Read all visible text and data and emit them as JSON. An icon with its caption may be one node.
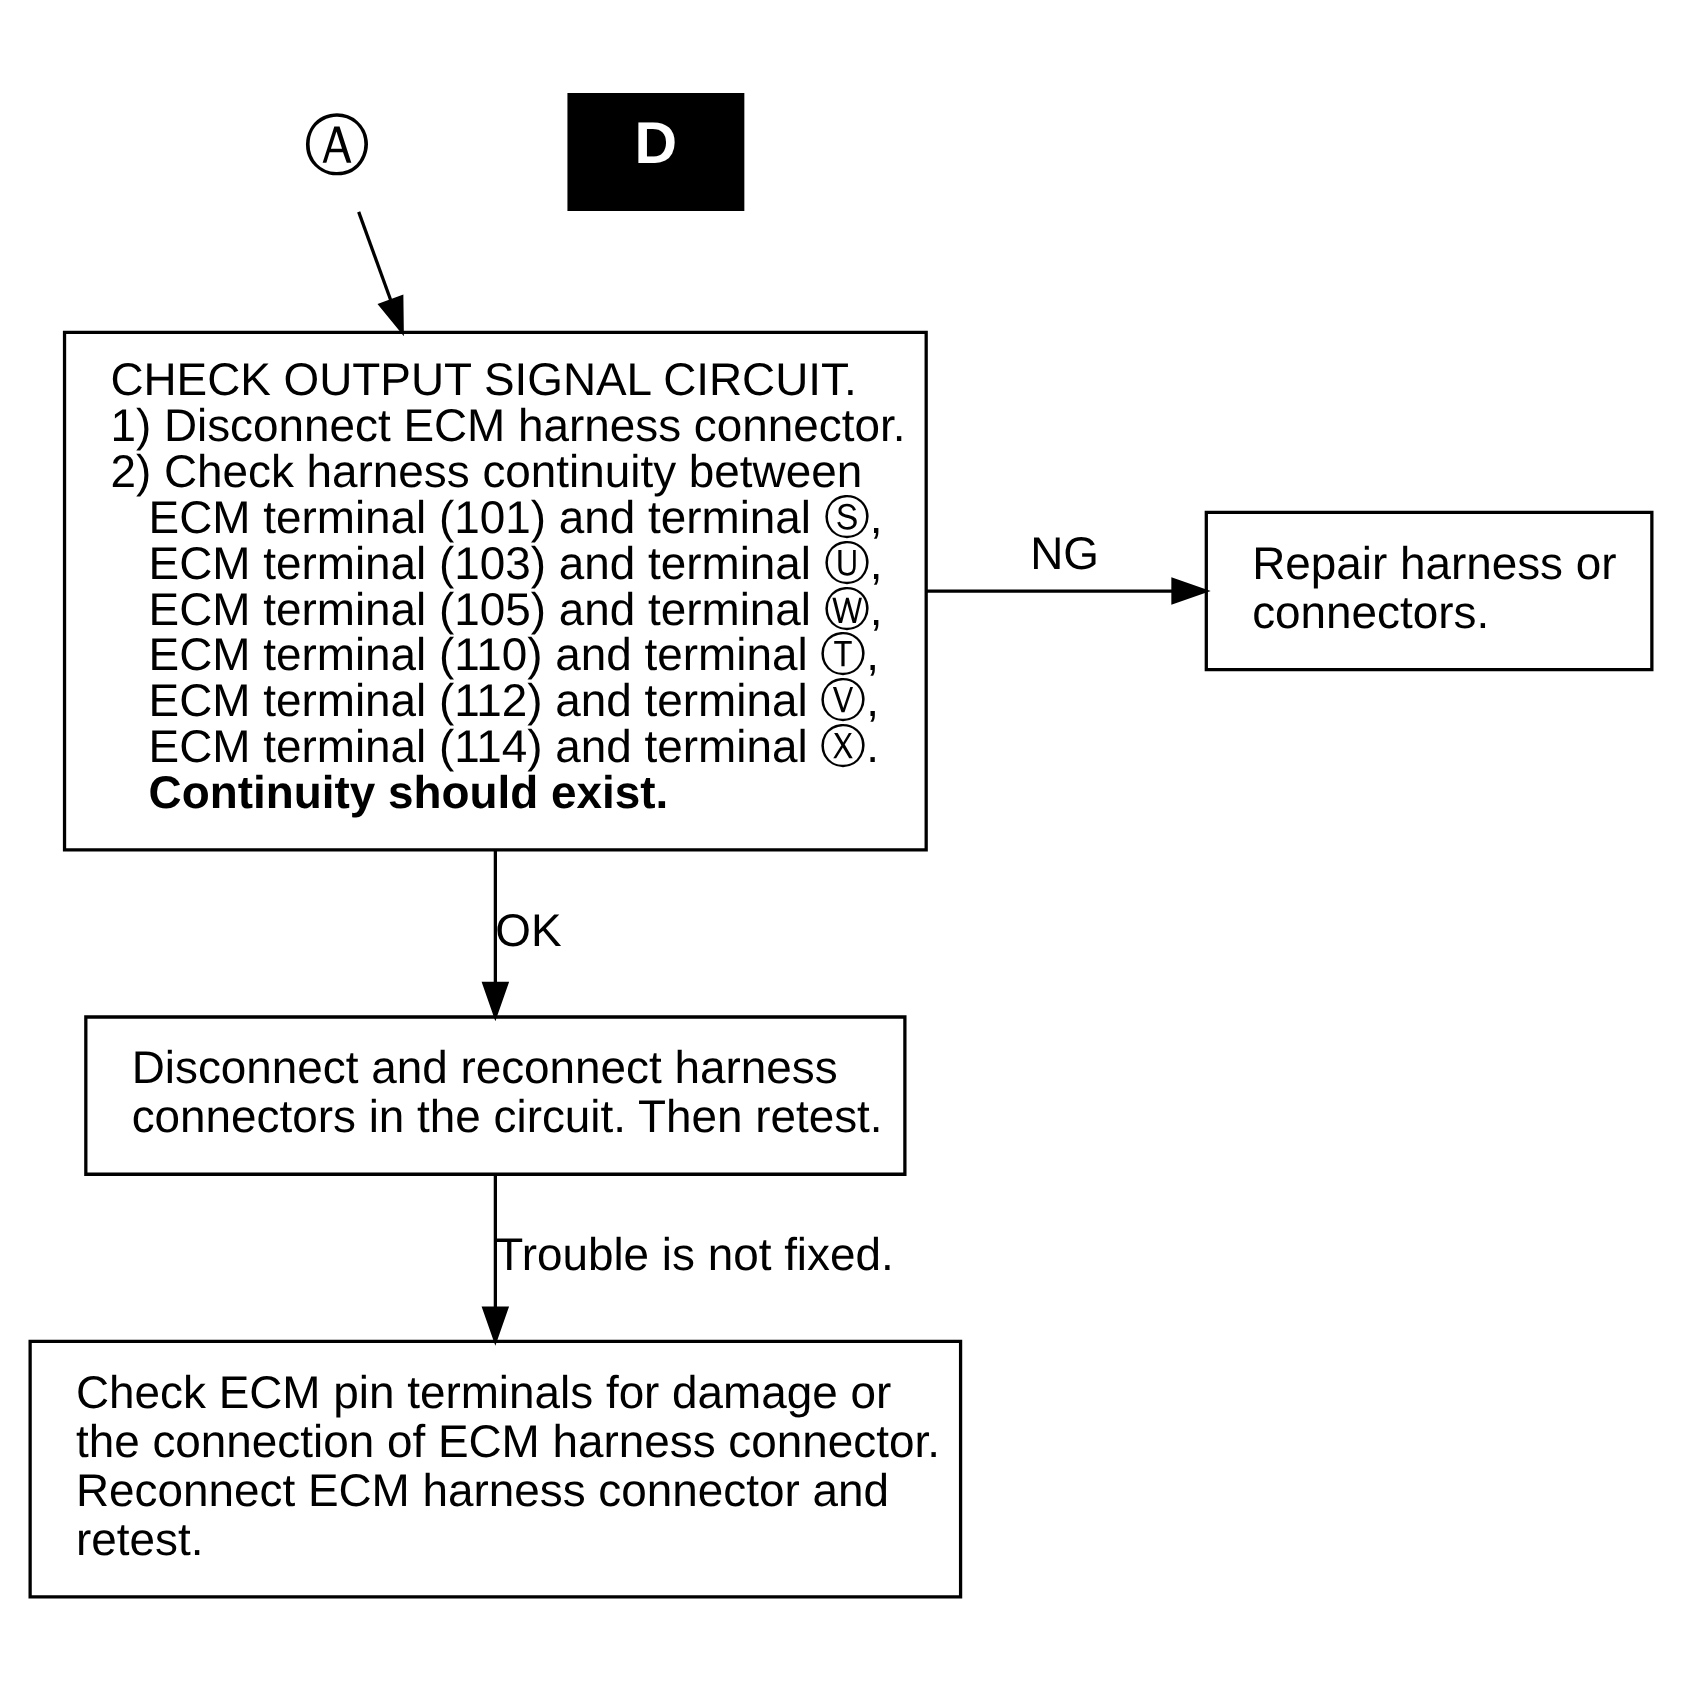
{
  "diagram": {
    "nodes": [
      {
        "text": [
          "Ⓐ"
        ]
      },
      {
        "text": [
          "CHECK OUTPUT SIGNAL CIRCUIT.",
          "1) Disconnect ECM harness connector.",
          "2) Check harness continuity between",
          "ECM terminal (101) and terminal Ⓢ,",
          "ECM terminal (103) and terminal Ⓤ,",
          "ECM terminal (105) and terminal Ⓦ,",
          "ECM terminal (110) and terminal Ⓣ,",
          "ECM terminal (112) and terminal Ⓥ,",
          "ECM terminal (114) and terminal Ⓧ.",
          "Continuity should exist."
        ]
      },
      {
        "text": [
          "Repair harness or connectors."
        ]
      },
      {
        "text": [
          "Disconnect and reconnect harness connectors in the circuit. Then retest."
        ]
      },
      {
        "text": [
          "Check ECM pin terminals for damage or the connection of ECM harness connector. Reconnect ECM harness connector and retest."
        ]
      }
    ],
    "edges": [
      {
        "from": 0,
        "to": 1,
        "arrow": "to"
      },
      {
        "from": 1,
        "to": 2,
        "arrow": "to",
        "label": "NG"
      },
      {
        "from": 1,
        "to": 3,
        "arrow": "to",
        "label": "OK"
      },
      {
        "from": 3,
        "to": 4,
        "arrow": "to",
        "label": "Trouble is not fixed."
      }
    ],
    "labels": [
      "D"
    ]
  }
}
